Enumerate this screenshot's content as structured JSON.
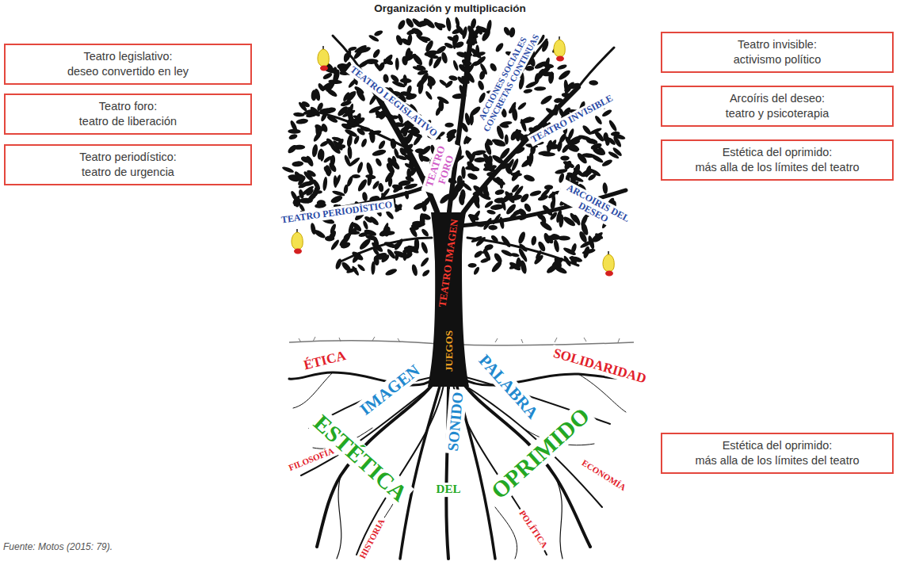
{
  "diagram": {
    "title": "Organización y multiplicación",
    "caption": "Fuente: Motos (2015: 79).",
    "nodes": [
      {
        "text": [
          "Teatro legislativo:",
          "deseo convertido en ley"
        ]
      },
      {
        "text": [
          "Teatro foro:",
          "teatro de liberación"
        ]
      },
      {
        "text": [
          "Teatro periodístico:",
          "teatro de urgencia"
        ]
      },
      {
        "text": [
          "Teatro invisible:",
          "activismo político"
        ]
      },
      {
        "text": [
          "Arcoíris del deseo:",
          "teatro y psicoterapia"
        ]
      },
      {
        "text": [
          "Estética del oprimido:",
          "más alla de los límites del teatro"
        ]
      },
      {
        "text": [
          "Estética del oprimido:",
          "más alla de los límites del teatro"
        ]
      }
    ],
    "labels": [
      "TEATRO LEGISLATIVO",
      "ACCIONES SOCIALES CONCRETAS CONTINUAS",
      "TEATRO INVISIBLE",
      "TEATRO PERIODÍSTICO",
      "TEATRO FORO",
      "ARCOIRIS DEL DESEO",
      "TEATRO IMAGEN",
      "JUEGOS",
      "ÉTICA",
      "SOLIDARIDAD",
      "IMAGEN",
      "SONIDO",
      "PALABRA",
      "ESTÉTICA",
      "DEL",
      "OPRIMIDO",
      "FILOSOFÍA",
      "ECONOMÍA",
      "HISTORIA",
      "POLÍTICA"
    ]
  }
}
